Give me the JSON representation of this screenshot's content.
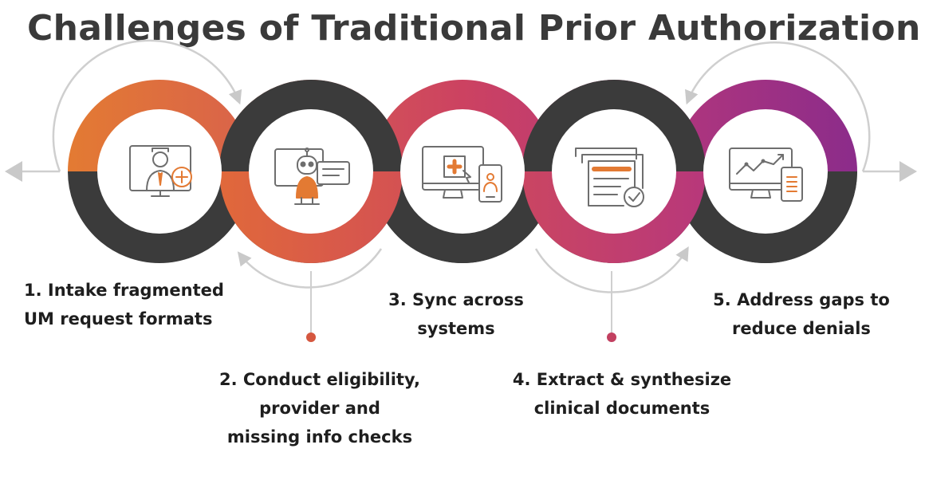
{
  "title": "Challenges of Traditional Prior Authorization",
  "colors": {
    "title": "#3a3a3a",
    "dark_ring": "#3b3b3b",
    "orange": "#e37a33",
    "coral": "#d65b52",
    "crimson": "#cc4261",
    "magenta": "#b8387a",
    "purple": "#8c2c8a",
    "icon_stroke": "#6e6e6e",
    "icon_accent": "#e37a33",
    "arrow": "#cfcfcf"
  },
  "steps": [
    {
      "number": "1",
      "lines": [
        "1. Intake fragmented",
        "UM request formats"
      ],
      "icon": "doctor-monitor-icon"
    },
    {
      "number": "2",
      "lines": [
        "2. Conduct eligibility,",
        "provider and",
        "missing info checks"
      ],
      "icon": "chatbot-icon"
    },
    {
      "number": "3",
      "lines": [
        "3. Sync across",
        "systems"
      ],
      "icon": "desktop-mobile-sync-icon"
    },
    {
      "number": "4",
      "lines": [
        "4. Extract & synthesize",
        "clinical documents"
      ],
      "icon": "document-check-icon"
    },
    {
      "number": "5",
      "lines": [
        "5. Address gaps to",
        "reduce denials"
      ],
      "icon": "analytics-devices-icon"
    }
  ]
}
